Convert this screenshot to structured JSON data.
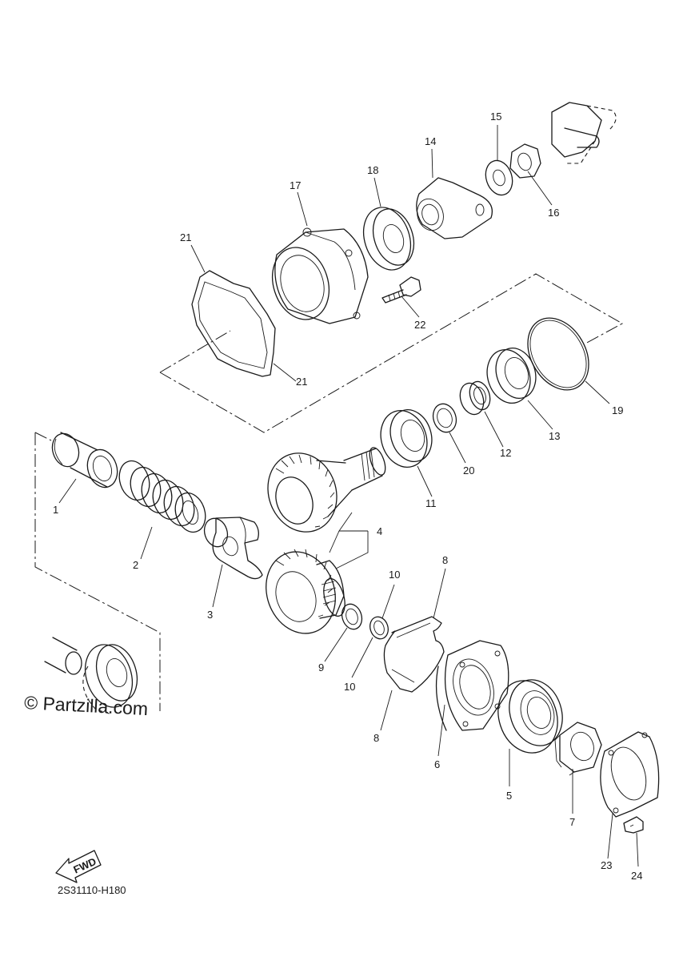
{
  "diagram": {
    "watermark": "© Partzilla.com",
    "diagram_code": "2S31110-H180",
    "fwd_label": "FWD",
    "callouts": [
      {
        "id": "1",
        "label": "1"
      },
      {
        "id": "2",
        "label": "2"
      },
      {
        "id": "3",
        "label": "3"
      },
      {
        "id": "4",
        "label": "4"
      },
      {
        "id": "5",
        "label": "5"
      },
      {
        "id": "6",
        "label": "6"
      },
      {
        "id": "7",
        "label": "7"
      },
      {
        "id": "8a",
        "label": "8"
      },
      {
        "id": "8b",
        "label": "8"
      },
      {
        "id": "9",
        "label": "9"
      },
      {
        "id": "10a",
        "label": "10"
      },
      {
        "id": "10b",
        "label": "10"
      },
      {
        "id": "11",
        "label": "11"
      },
      {
        "id": "12",
        "label": "12"
      },
      {
        "id": "13",
        "label": "13"
      },
      {
        "id": "14",
        "label": "14"
      },
      {
        "id": "15",
        "label": "15"
      },
      {
        "id": "16",
        "label": "16"
      },
      {
        "id": "17",
        "label": "17"
      },
      {
        "id": "18",
        "label": "18"
      },
      {
        "id": "19",
        "label": "19"
      },
      {
        "id": "20",
        "label": "20"
      },
      {
        "id": "21a",
        "label": "21"
      },
      {
        "id": "21b",
        "label": "21"
      },
      {
        "id": "22",
        "label": "22"
      },
      {
        "id": "23",
        "label": "23"
      },
      {
        "id": "24",
        "label": "24"
      }
    ]
  }
}
